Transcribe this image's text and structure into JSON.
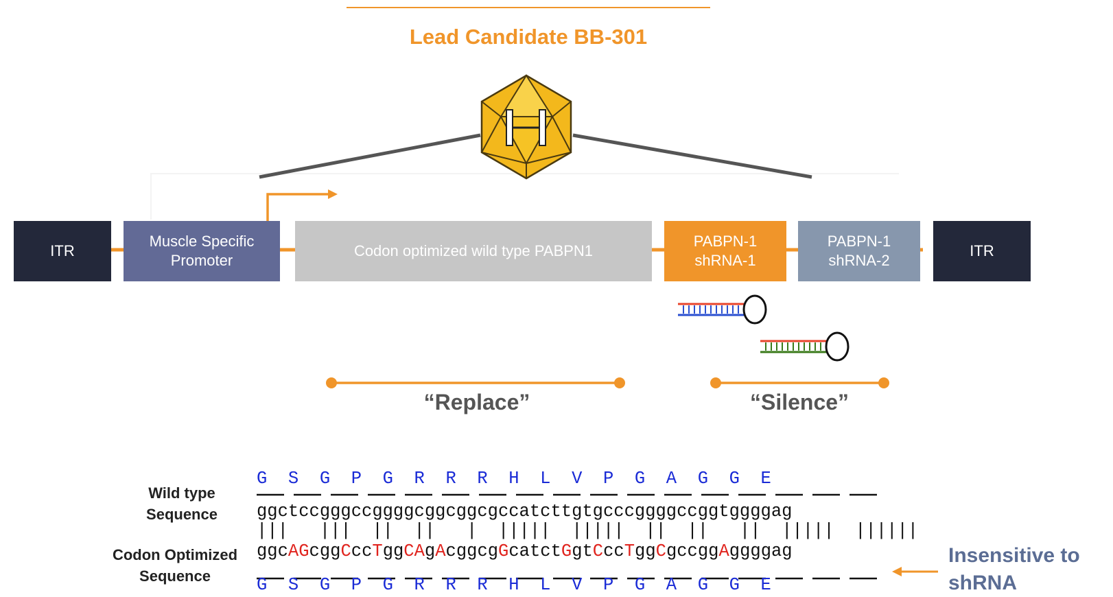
{
  "title": "Lead Candidate BB-301",
  "cassette": {
    "itr_left": "ITR",
    "promoter_line1": "Muscle Specific",
    "promoter_line2": "Promoter",
    "pabpn1": "Codon optimized wild type PABPN1",
    "shrna1_line1": "PABPN-1",
    "shrna1_line2": "shRNA-1",
    "shrna2_line1": "PABPN-1",
    "shrna2_line2": "shRNA-2",
    "itr_right": "ITR"
  },
  "labels": {
    "replace": "“Replace”",
    "silence": "“Silence”"
  },
  "sequence": {
    "wild_type_label_1": "Wild type",
    "wild_type_label_2": "Sequence",
    "codon_label_1": "Codon Optimized",
    "codon_label_2": "Sequence",
    "amino_acids_top": "G  S  G  P  G  R  R  R  H  L  V  P  G  A  G  G  E",
    "wild_type_dna": "ggctccgggccggggcggcggcgccatcttgtgcccggggccggtggggag",
    "match_bars": "|||   |||  ||  ||   |  |||||  |||||  ||  ||   ||  |||||  ||||||",
    "amino_acids_bottom": "G  S  G  P  G  R  R  R  H  L  V  P  G  A  G  G  E",
    "codon_segments": [
      {
        "t": "ggc",
        "m": false
      },
      {
        "t": "AG",
        "m": true
      },
      {
        "t": "cgg",
        "m": false
      },
      {
        "t": "C",
        "m": true
      },
      {
        "t": "cc",
        "m": false
      },
      {
        "t": "T",
        "m": true
      },
      {
        "t": "gg",
        "m": false
      },
      {
        "t": "CA",
        "m": true
      },
      {
        "t": "g",
        "m": false
      },
      {
        "t": "A",
        "m": true
      },
      {
        "t": "cggcg",
        "m": false
      },
      {
        "t": "G",
        "m": true
      },
      {
        "t": "catct",
        "m": false
      },
      {
        "t": "G",
        "m": true
      },
      {
        "t": "gt",
        "m": false
      },
      {
        "t": "C",
        "m": true
      },
      {
        "t": "cc",
        "m": false
      },
      {
        "t": "T",
        "m": true
      },
      {
        "t": "gg",
        "m": false
      },
      {
        "t": "C",
        "m": true
      },
      {
        "t": "gccgg",
        "m": false
      },
      {
        "t": "A",
        "m": true
      },
      {
        "t": "ggggag",
        "m": false
      }
    ]
  },
  "insensitive_line1": "Insensitive to",
  "insensitive_line2": "shRNA",
  "colors": {
    "orange": "#f0952a",
    "itr": "#23283a",
    "promoter": "#626a96",
    "pabpn1": "#c6c6c6",
    "shrna2": "#8797ad",
    "amino": "#1a2bd6",
    "mutation": "#e0231d"
  }
}
